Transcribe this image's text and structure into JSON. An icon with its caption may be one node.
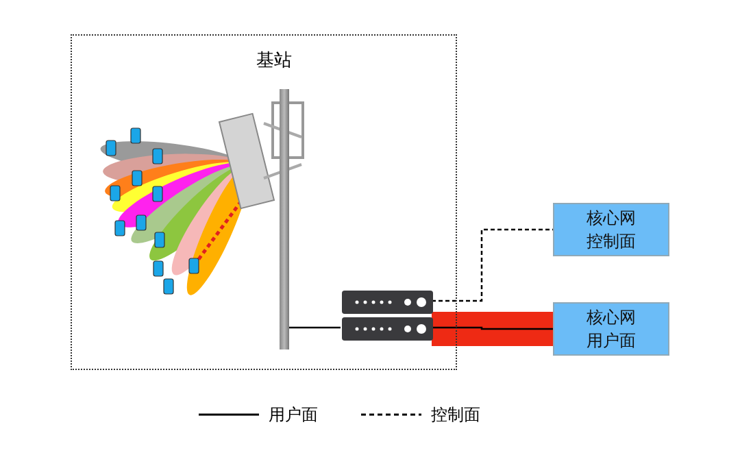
{
  "diagram": {
    "nodes": [
      {
        "text": [
          "基站"
        ]
      },
      {
        "text": [],
        "shape": "bar",
        "in": 0
      },
      {
        "text": [],
        "shape": "box",
        "in": 0
      },
      {
        "text": [],
        "shape": "box",
        "in": 0
      },
      {
        "text": [
          "核心网控制面"
        ]
      },
      {
        "text": [
          "核心网用户面"
        ]
      }
    ],
    "edges": [
      {
        "from": 1,
        "to": 3,
        "arrow": "none"
      },
      {
        "from": 2,
        "to": 4,
        "arrow": "none",
        "style": "dashed"
      },
      {
        "from": 3,
        "to": 5,
        "arrow": "none"
      }
    ],
    "legend": [
      {
        "text": "用户面"
      },
      {
        "text": "控制面"
      }
    ]
  }
}
